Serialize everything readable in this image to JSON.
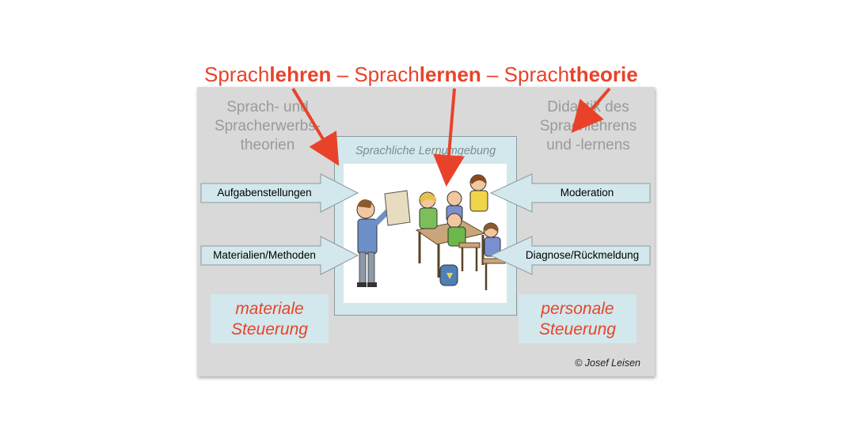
{
  "title": {
    "part1_light": "Sprach",
    "part1_bold": "lehren",
    "sep1": " – Sprach",
    "part2_bold": "lernen",
    "sep2": " – Sprach",
    "part3_bold": "theorie"
  },
  "left_heading": [
    "Sprach- und",
    "Spracherwerbs-",
    "theorien"
  ],
  "right_heading": [
    "Didaktik des",
    "Sprachlehrens",
    "und -lernens"
  ],
  "inner_label": "Sprachliche Lernumgebung",
  "arrows": {
    "left_top": "Aufgabenstellungen",
    "left_bottom": "Materialien/Methoden",
    "right_top": "Moderation",
    "right_bottom": "Diagnose/Rückmeldung"
  },
  "steer_left": [
    "materiale",
    "Steuerung"
  ],
  "steer_right": [
    "personale",
    "Steuerung"
  ],
  "copyright": "© Josef Leisen",
  "colors": {
    "accent_red": "#e8432a",
    "heading_gray": "#9a9a9a",
    "box_fill": "#d2e8ec",
    "slide_bg": "#d9d9d9"
  }
}
